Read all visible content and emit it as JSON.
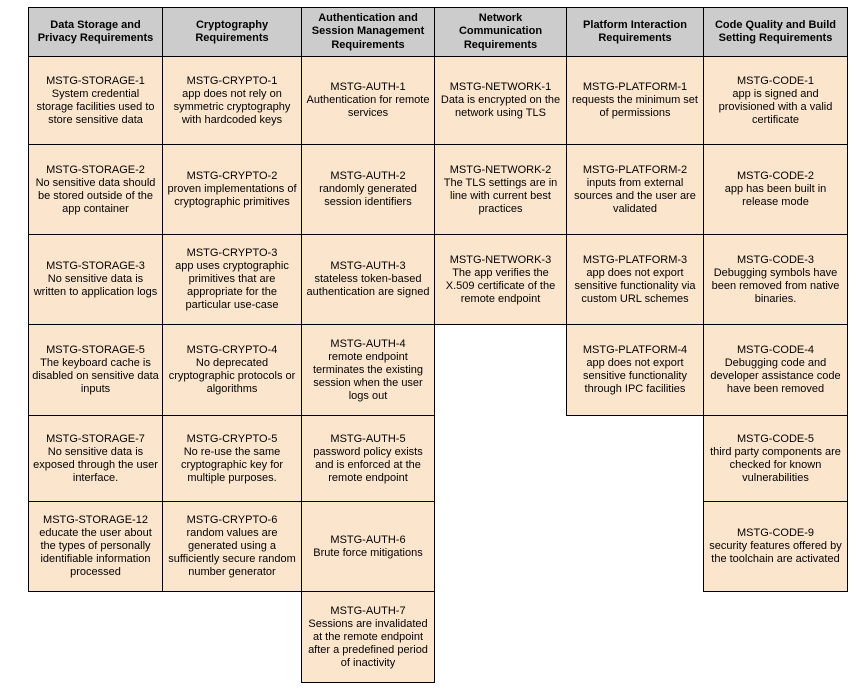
{
  "table": {
    "header_bg": "#cccccc",
    "cell_bg": "#fce5cd",
    "border_color": "#000000",
    "columns": [
      {
        "header": "Data Storage and Privacy Requirements",
        "cells": [
          {
            "id": "MSTG-STORAGE-1",
            "desc": "System credential storage facilities used to store sensitive data"
          },
          {
            "id": "MSTG-STORAGE-2",
            "desc": "No sensitive data should be stored outside of the app container"
          },
          {
            "id": "MSTG-STORAGE-3",
            "desc": "No sensitive data is written to application logs"
          },
          {
            "id": "MSTG-STORAGE-5",
            "desc": "The keyboard cache is disabled on sensitive data inputs"
          },
          {
            "id": "MSTG-STORAGE-7",
            "desc": "No sensitive data is exposed through the user interface."
          },
          {
            "id": "MSTG-STORAGE-12",
            "desc": "educate the user about the types of personally identifiable information processed"
          }
        ]
      },
      {
        "header": "Cryptography Requirements",
        "cells": [
          {
            "id": "MSTG-CRYPTO-1",
            "desc": "app does not rely on symmetric cryptography with hardcoded keys"
          },
          {
            "id": "MSTG-CRYPTO-2",
            "desc": "proven implementations of cryptographic primitives"
          },
          {
            "id": "MSTG-CRYPTO-3",
            "desc": "app uses cryptographic primitives that are appropriate for the particular use-case"
          },
          {
            "id": "MSTG-CRYPTO-4",
            "desc": "No deprecated cryptographic protocols or algorithms"
          },
          {
            "id": "MSTG-CRYPTO-5",
            "desc": "No re-use the same cryptographic key for multiple purposes."
          },
          {
            "id": "MSTG-CRYPTO-6",
            "desc": "random values are generated using a sufficiently secure random number generator"
          }
        ]
      },
      {
        "header": "Authentication and Session Management Requirements",
        "cells": [
          {
            "id": "MSTG-AUTH-1",
            "desc": "Authentication for remote services"
          },
          {
            "id": "MSTG-AUTH-2",
            "desc": "randomly generated session identifiers"
          },
          {
            "id": "MSTG-AUTH-3",
            "desc": "stateless token-based authentication are signed"
          },
          {
            "id": "MSTG-AUTH-4",
            "desc": "remote endpoint terminates the existing session when the user logs out"
          },
          {
            "id": "MSTG-AUTH-5",
            "desc": "password policy exists and is enforced at the remote endpoint"
          },
          {
            "id": "MSTG-AUTH-6",
            "desc": "Brute force mitigations"
          },
          {
            "id": "MSTG-AUTH-7",
            "desc": "Sessions are invalidated at the remote endpoint after a predefined period of inactivity"
          }
        ]
      },
      {
        "header": "Network Communication Requirements",
        "cells": [
          {
            "id": "MSTG-NETWORK-1",
            "desc": "Data is encrypted on the network using TLS"
          },
          {
            "id": "MSTG-NETWORK-2",
            "desc": "The TLS settings are in line with current best practices"
          },
          {
            "id": "MSTG-NETWORK-3",
            "desc": "The app verifies the X.509 certificate of the remote endpoint"
          }
        ]
      },
      {
        "header": "Platform Interaction Requirements",
        "cells": [
          {
            "id": "MSTG-PLATFORM-1",
            "desc": "requests the minimum set of permissions"
          },
          {
            "id": "MSTG-PLATFORM-2",
            "desc": "inputs from external sources and the user are validated"
          },
          {
            "id": "MSTG-PLATFORM-3",
            "desc": "app does not export sensitive functionality via custom URL schemes"
          },
          {
            "id": "MSTG-PLATFORM-4",
            "desc": "app does not export sensitive functionality through IPC facilities"
          }
        ]
      },
      {
        "header": "Code Quality and Build Setting Requirements",
        "cells": [
          {
            "id": "MSTG-CODE-1",
            "desc": "app is signed and provisioned with a valid certificate"
          },
          {
            "id": "MSTG-CODE-2",
            "desc": "app has been built in release mode"
          },
          {
            "id": "MSTG-CODE-3",
            "desc": "Debugging symbols have been removed from native binaries."
          },
          {
            "id": "MSTG-CODE-4",
            "desc": "Debugging code and developer assistance code have been removed"
          },
          {
            "id": "MSTG-CODE-5",
            "desc": "third party components are checked for known vulnerabilities"
          },
          {
            "id": "MSTG-CODE-9",
            "desc": "security features offered by the toolchain are activated"
          }
        ]
      }
    ]
  }
}
